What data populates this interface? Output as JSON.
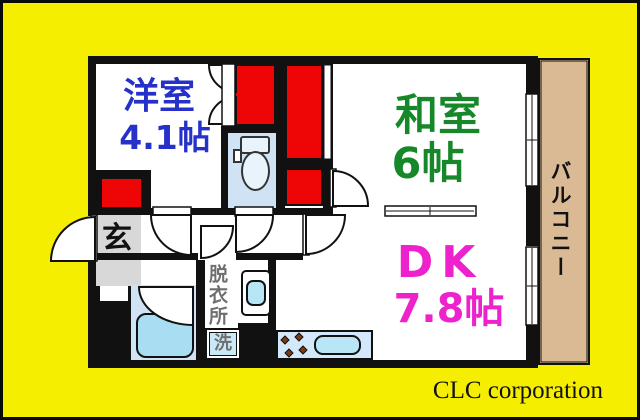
{
  "plan": {
    "type": "apartment-floor-plan",
    "rooms": {
      "western_room": {
        "label": "洋室",
        "size": "4.1帖"
      },
      "japanese_room": {
        "label": "和室",
        "size": "6帖"
      },
      "dining_kitchen": {
        "label": "DK",
        "size": "7.8帖"
      },
      "balcony": {
        "label": "バルコニー"
      },
      "entrance": {
        "label": "玄"
      },
      "dressing_room": {
        "label": "脱衣所"
      },
      "washing_machine_marker": {
        "label": "洗"
      }
    },
    "colors": {
      "background_yellow": "#f6ee00",
      "wall_black": "#111111",
      "closet_red": "#ee0606",
      "balcony_tan": "#d9ba95",
      "wet_area_blue": "#cfe3f4",
      "bathtub_blue": "#a9def2",
      "kitchen_counter_blue": "#d3e9fb",
      "entrance_gray": "#d8d8d8",
      "western_room_text": "#2531c8",
      "japanese_room_text": "#17882a",
      "dk_text": "#ee22cc",
      "dressing_text_gray": "#6f6f6f"
    }
  },
  "footer": {
    "company": "CLC corporation"
  }
}
